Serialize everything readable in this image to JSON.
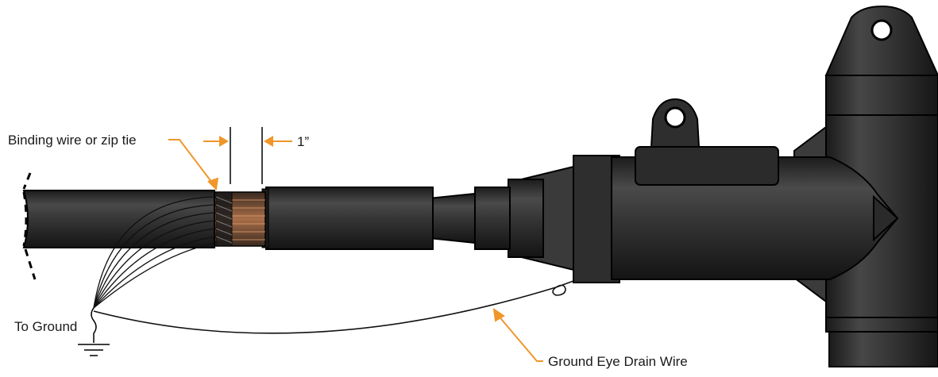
{
  "labels": {
    "binding": "Binding wire or zip tie",
    "dimension": "1”",
    "to_ground": "To Ground",
    "drain_wire": "Ground Eye Drain Wire"
  },
  "colors": {
    "callout": "#f0962a",
    "body_dark": "#262626",
    "body_mid": "#3a3a3a",
    "outline": "#000000",
    "copper": "#b5744a"
  }
}
